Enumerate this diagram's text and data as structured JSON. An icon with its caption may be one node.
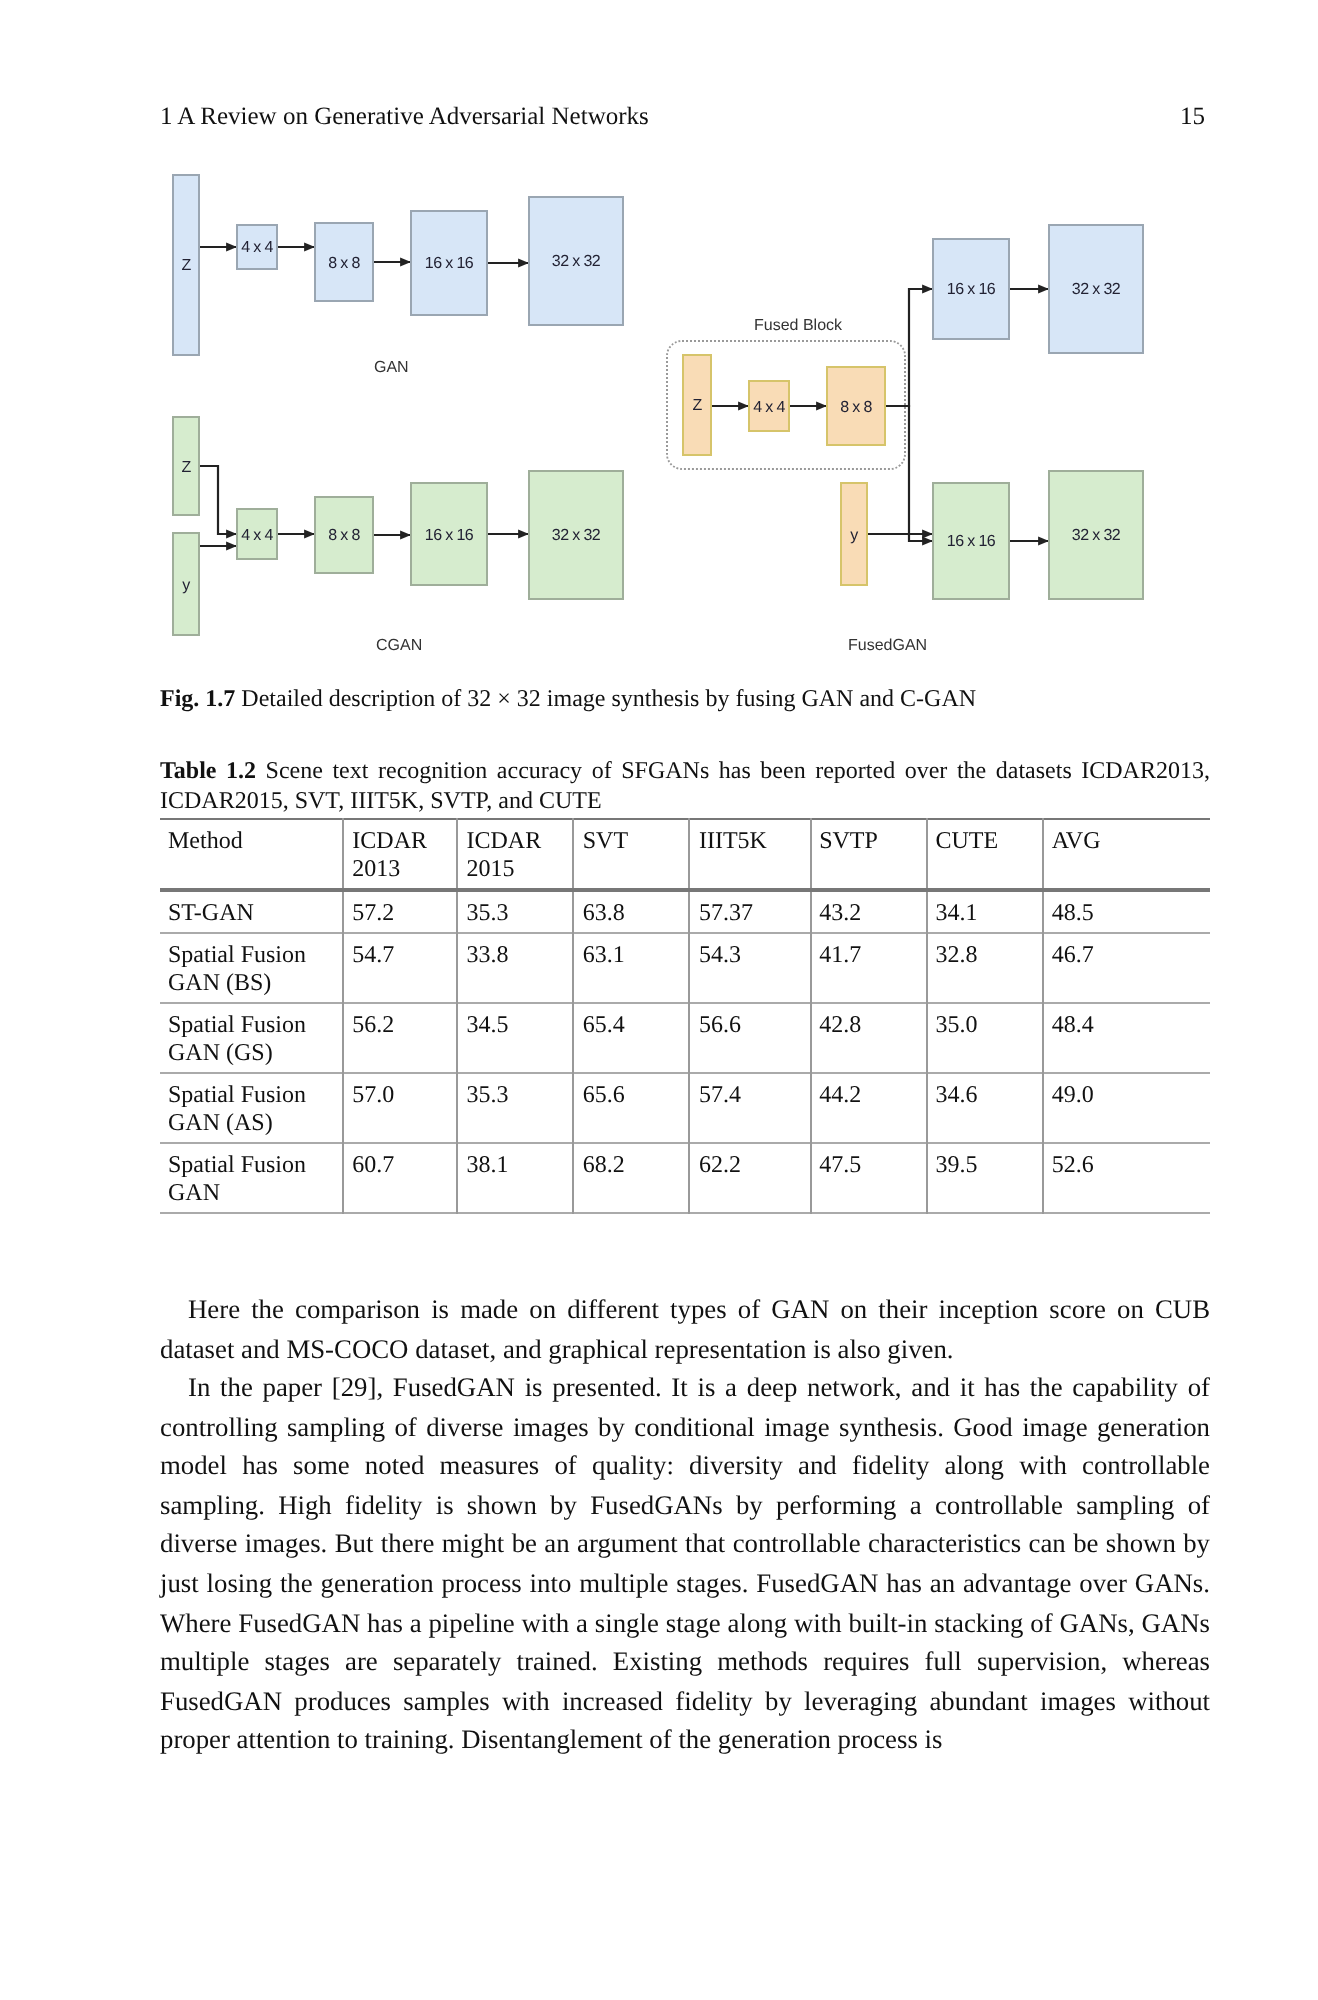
{
  "diagram": {
    "caption": "**Fig. 1.7** Detailed description of 32 × 32 image synthesis by fusing GAN and C-GAN",
    "nodes": [
      {
        "text": [
          "Z"
        ]
      },
      {
        "text": [
          "4 x 4"
        ]
      },
      {
        "text": [
          "8 x 8"
        ]
      },
      {
        "text": [
          "16 x 16"
        ]
      },
      {
        "text": [
          "32 x 32"
        ]
      },
      {
        "text": [
          "Z"
        ]
      },
      {
        "text": [
          "y"
        ]
      },
      {
        "text": [
          "4 x 4"
        ]
      },
      {
        "text": [
          "8 x 8"
        ]
      },
      {
        "text": [
          "16 x 16"
        ]
      },
      {
        "text": [
          "32 x 32"
        ]
      },
      {
        "text": [
          "Fused Block"
        ]
      },
      {
        "text": [
          "Z"
        ],
        "in": 11
      },
      {
        "text": [
          "4 x 4"
        ],
        "in": 11
      },
      {
        "text": [
          "8 x 8"
        ],
        "in": 11
      },
      {
        "text": [
          "16 x 16"
        ]
      },
      {
        "text": [
          "32 x 32"
        ]
      },
      {
        "text": [
          "y"
        ]
      },
      {
        "text": [
          "16 x 16"
        ]
      },
      {
        "text": [
          "32 x 32"
        ]
      }
    ],
    "edges": [
      {
        "from": 0,
        "to": 1,
        "arrow": "to"
      },
      {
        "from": 1,
        "to": 2,
        "arrow": "to"
      },
      {
        "from": 2,
        "to": 3,
        "arrow": "to"
      },
      {
        "from": 3,
        "to": 4,
        "arrow": "to"
      },
      {
        "from": 5,
        "to": 7,
        "arrow": "to"
      },
      {
        "from": 6,
        "to": 7,
        "arrow": "to"
      },
      {
        "from": 7,
        "to": 8,
        "arrow": "to"
      },
      {
        "from": 8,
        "to": 9,
        "arrow": "to"
      },
      {
        "from": 9,
        "to": 10,
        "arrow": "to"
      },
      {
        "from": 12,
        "to": 13,
        "arrow": "to"
      },
      {
        "from": 13,
        "to": 14,
        "arrow": "to"
      },
      {
        "from": 14,
        "to": 15,
        "arrow": "to"
      },
      {
        "from": 14,
        "to": 18,
        "arrow": "to"
      },
      {
        "from": 15,
        "to": 16,
        "arrow": "to"
      },
      {
        "from": 17,
        "to": 18,
        "arrow": "to"
      },
      {
        "from": 18,
        "to": 19,
        "arrow": "to"
      }
    ],
    "labels": [
      "1 A Review on Generative Adversarial Networks",
      "15",
      "GAN",
      "CGAN",
      "FusedGAN",
      "**Table 1.2** Scene text recognition accuracy of SFGANs has been reported over the datasets ICDAR2013, ICDAR2015, SVT, IIIT5K, SVTP, and CUTE",
      "Method",
      "ICDAR 2013",
      "ICDAR 2015",
      "SVT",
      "IIIT5K",
      "SVTP",
      "CUTE",
      "AVG",
      "ST-GAN",
      "57.2",
      "35.3",
      "63.8",
      "57.37",
      "43.2",
      "34.1",
      "48.5",
      "Spatial Fusion GAN (BS)",
      "54.7",
      "33.8",
      "63.1",
      "54.3",
      "41.7",
      "32.8",
      "46.7",
      "Spatial Fusion GAN (GS)",
      "56.2",
      "34.5",
      "65.4",
      "56.6",
      "42.8",
      "35.0",
      "48.4",
      "Spatial Fusion GAN (AS)",
      "57.0",
      "35.3",
      "65.6",
      "57.4",
      "44.2",
      "34.6",
      "49.0",
      "Spatial Fusion GAN",
      "60.7",
      "38.1",
      "68.2",
      "62.2",
      "47.5",
      "39.5",
      "52.6",
      "Here the comparison is made on different types of GAN on their inception score on CUB dataset and MS-COCO dataset, and graphical representation is also given.",
      "In the paper [29], FusedGAN is presented. It is a deep network, and it has the capability of controlling sampling of diverse images by conditional image synthesis. Good image generation model has some noted measures of quality: diversity and fidelity along with controllable sampling. High fidelity is shown by FusedGANs by performing a controllable sampling of diverse images. But there might be an argument that controllable characteristics can be shown by just losing the generation process into multiple stages. FusedGAN has an advantage over GANs. Where FusedGAN has a pipeline with a single stage along with built-in stacking of GANs, GANs multiple stages are separately trained. Existing methods requires full supervision, whereas FusedGAN produces samples with increased fidelity by leveraging abundant images without proper attention to training. Disentanglement of the generation process is"
    ]
  }
}
